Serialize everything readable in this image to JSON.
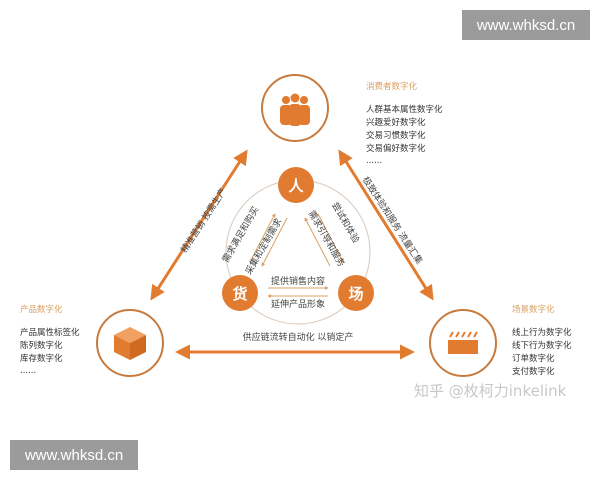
{
  "watermarks": {
    "site": "www.whksd.cn",
    "zhihu": "知乎 @枚柯力inkelink"
  },
  "colors": {
    "accent": "#e07b30",
    "text": "#333333",
    "heading": "#d9a063"
  },
  "nodes": {
    "person": "人",
    "goods": "货",
    "venue": "场"
  },
  "consumer": {
    "title": "消费者数字化",
    "items": [
      "人群基本属性数字化",
      "兴趣爱好数字化",
      "交易习惯数字化",
      "交易偏好数字化",
      "......"
    ]
  },
  "product": {
    "title": "产品数字化",
    "items": [
      "产品属性标签化",
      "陈列数字化",
      "库存数字化",
      "......"
    ]
  },
  "scene": {
    "title": "场景数字化",
    "items": [
      "线上行为数字化",
      "线下行为数字化",
      "订单数字化",
      "支付数字化"
    ]
  },
  "outer_labels": {
    "left": "精准营销 按需生产",
    "right": "极致体验和服务 流量汇集",
    "bottom": "供应链流转自动化 以销定产"
  },
  "inner_labels": {
    "left_outer": "需求满足和购买",
    "left_inner": "采集和定制需求",
    "right_outer": "尝试和体验",
    "right_inner": "需求引导和服务",
    "bottom_top": "提供销售内容",
    "bottom_bottom": "延伸产品形象"
  }
}
